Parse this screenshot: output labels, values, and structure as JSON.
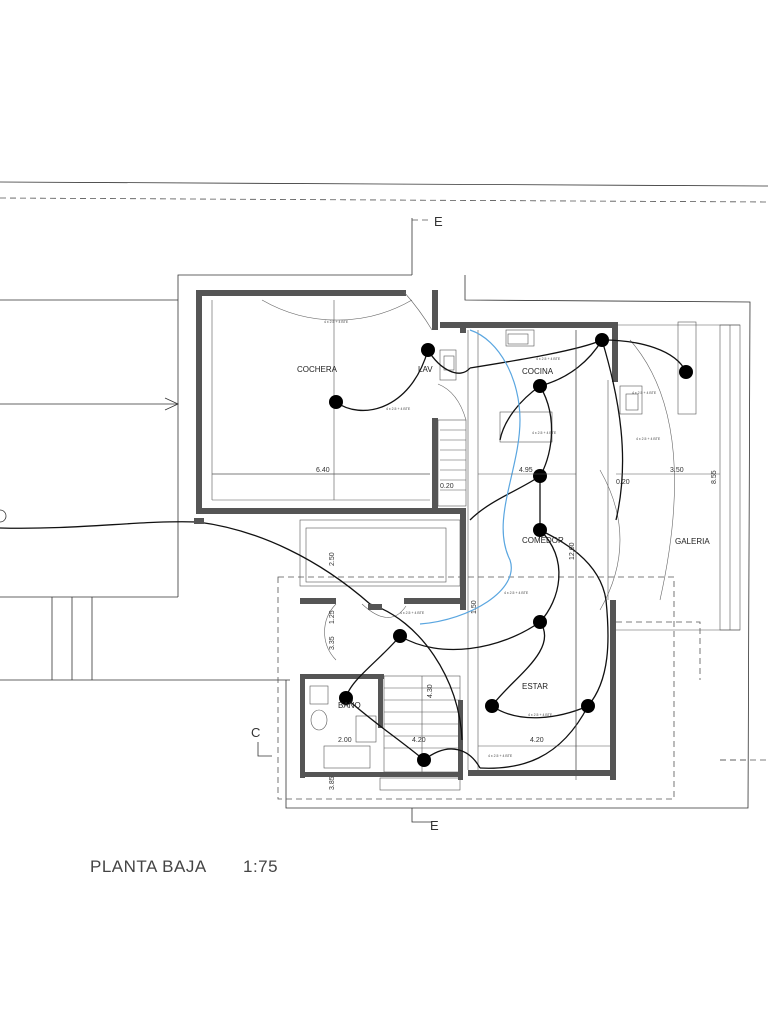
{
  "plan": {
    "caption": "PLANTA BAJA",
    "scale": "1:75",
    "cut_label_c": "C",
    "cut_label_e_top": "E",
    "cut_label_e_bottom": "E"
  },
  "rooms": {
    "cochera": "COCHERA",
    "lav": "LAV",
    "cocina": "COCINA",
    "comedor": "COMEDOR",
    "estar": "ESTAR",
    "galeria": "GALERIA",
    "bano": "BAÑO"
  },
  "dimensions": {
    "d_640": "6.40",
    "d_495": "4.95",
    "d_350": "3.50",
    "d_420": "4.20",
    "d_1260": "12.60",
    "d_020a": "0.20",
    "d_020b": "0.20",
    "d_250": "2.50",
    "d_200": "2.00",
    "d_385": "3.85",
    "d_855": "8.55",
    "d_150": "1.50",
    "d_125": "1.25",
    "d_430": "4.30",
    "d_420b": "4.20",
    "d_335": "3.35"
  },
  "circuit_note": "4 x 2.5 + 4 BTE"
}
